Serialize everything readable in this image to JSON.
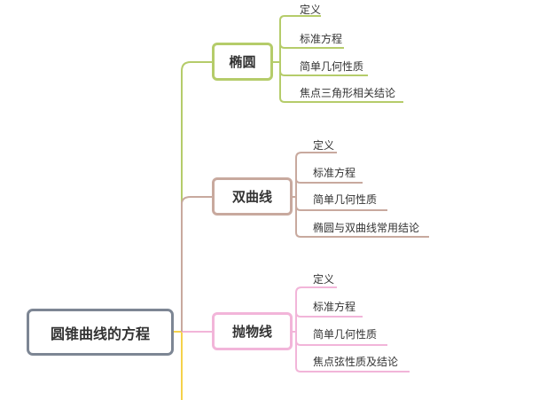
{
  "root": {
    "label": "圆锥曲线的方程"
  },
  "branches": [
    {
      "label": "椭圆",
      "color": "#b5cc6a",
      "items": [
        "定义",
        "标准方程",
        "简单几何性质",
        "焦点三角形相关结论"
      ]
    },
    {
      "label": "双曲线",
      "color": "#c8a99e",
      "items": [
        "定义",
        "标准方程",
        "简单几何性质",
        "椭圆与双曲线常用结论"
      ]
    },
    {
      "label": "抛物线",
      "color": "#f2b5d9",
      "items": [
        "定义",
        "标准方程",
        "简单几何性质",
        "焦点弦性质及结论"
      ]
    }
  ],
  "trunk_color": "#f5d24a"
}
